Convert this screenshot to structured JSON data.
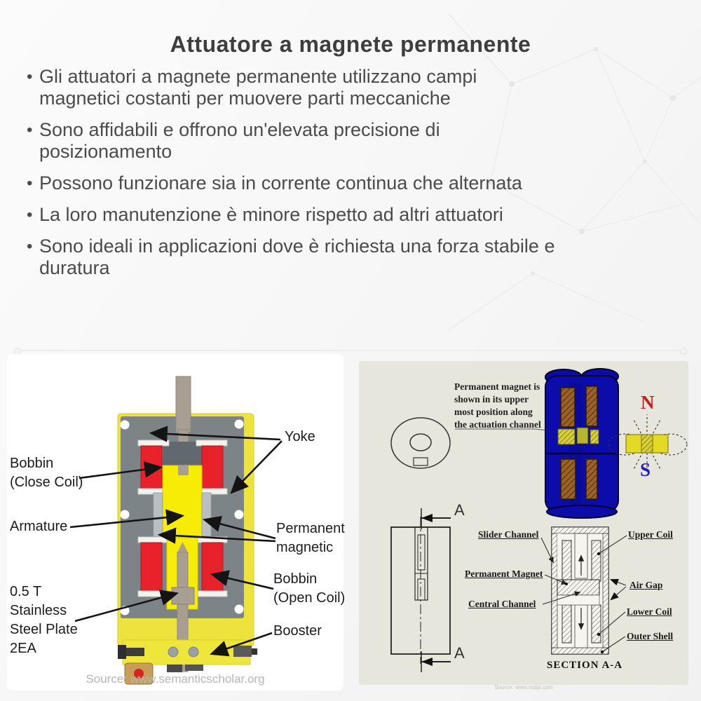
{
  "title": "Attuatore a magnete permanente",
  "bullet_char": "•",
  "bullets": [
    [
      "Gli attuatori a magnete permanente utilizzano campi",
      "magnetici costanti per muovere parti meccaniche"
    ],
    [
      "Sono affidabili e offrono un'elevata precisione di",
      "posizionamento"
    ],
    [
      "Possono funzionare sia in corrente continua che alternata"
    ],
    [
      "La loro manutenzione è minore rispetto ad altri attuatori"
    ],
    [
      "Sono ideali in applicazioni dove è richiesta una forza stabile e",
      "duratura"
    ]
  ],
  "left_panel": {
    "labels": {
      "yoke": "Yoke",
      "bobbin_close": [
        "Bobbin",
        "(Close Coil)"
      ],
      "armature": "Armature",
      "permanent_magnetic": [
        "Permanent",
        "magnetic"
      ],
      "bobbin_open": [
        "Bobbin",
        "(Open Coil)"
      ],
      "steel_plate": [
        "0.5 T",
        "Stainless",
        "Steel Plate",
        "2EA"
      ],
      "booster": "Booster"
    },
    "source": "Source: www.semanticscholar.org"
  },
  "right_panel": {
    "annotation": [
      "Permanent magnet is",
      "shown in its upper",
      "most position along",
      "the actuation channel"
    ],
    "magnet_poles": {
      "north": "N",
      "south": "S"
    },
    "section_letter_top": "A",
    "section_letter_bottom": "A",
    "labels": {
      "slider_channel": "Slider Channel",
      "permanent_magnet": "Permanent Magnet",
      "central_channel": "Central Channel",
      "upper_coil": "Upper Coil",
      "air_gap": "Air Gap",
      "lower_coil": "Lower Coil",
      "outer_shell": "Outer Shell"
    },
    "section_title": "SECTION A-A",
    "source": "Source: www.mdpi.com"
  },
  "colors": {
    "actuator_yellow": "#ede33c",
    "actuator_red": "#e8212b",
    "actuator_gray": "#7d8488",
    "cylinder_blue": "#0c0caa",
    "coil_brown": "#9a6226",
    "panel_beige": "#e7e6dc",
    "north_red": "#cc1d1d",
    "south_blue": "#2020bb"
  }
}
